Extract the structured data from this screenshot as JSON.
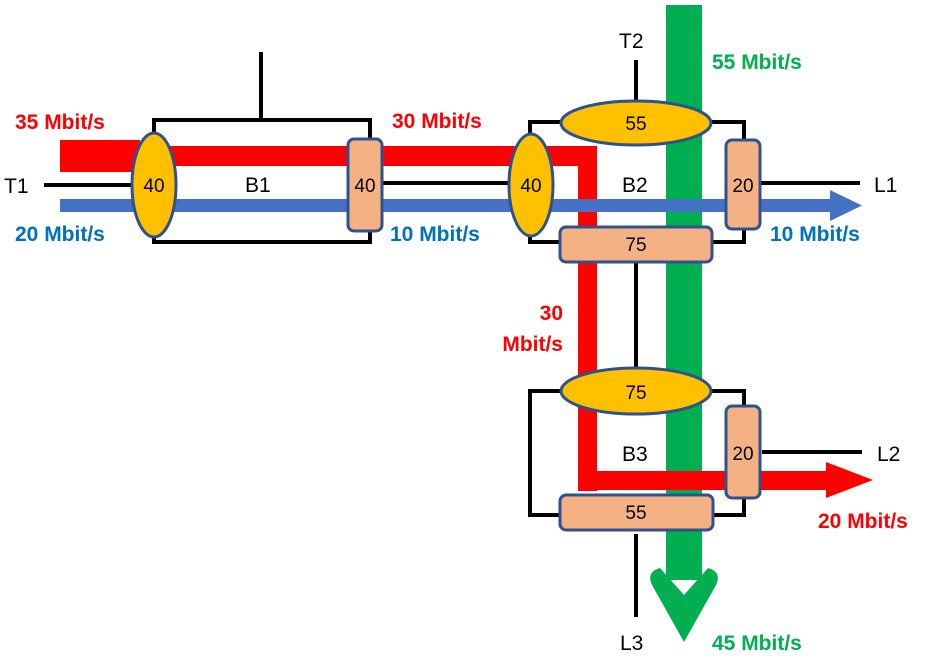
{
  "colors": {
    "red": "#ff0000",
    "blue": "#4472c4",
    "blue_text": "#0070c0",
    "green": "#00b050",
    "ellipse_fill": "#ffc000",
    "rect_fill": "#f4b183",
    "node_stroke": "#2f528f",
    "wire": "#000000"
  },
  "terminals": {
    "t1": "T1",
    "t2": "T2",
    "l1": "L1",
    "l2": "L2",
    "l3": "L3"
  },
  "bridges": {
    "b1": "B1",
    "b2": "B2",
    "b3": "B3"
  },
  "nodes": {
    "b1_left": "40",
    "b1_right": "40",
    "b2_left": "40",
    "b2_top": "55",
    "b2_right": "20",
    "b2_bottom": "75",
    "b3_top": "75",
    "b3_right": "20",
    "b3_bottom": "55"
  },
  "flows": {
    "red_in": "35 Mbit/s",
    "red_mid": "30 Mbit/s",
    "red_down_1": "30",
    "red_down_2": "Mbit/s",
    "red_out": "20 Mbit/s",
    "blue_in": "20 Mbit/s",
    "blue_mid": "10 Mbit/s",
    "blue_out": "10 Mbit/s",
    "green_in": "55 Mbit/s",
    "green_out": "45 Mbit/s"
  }
}
